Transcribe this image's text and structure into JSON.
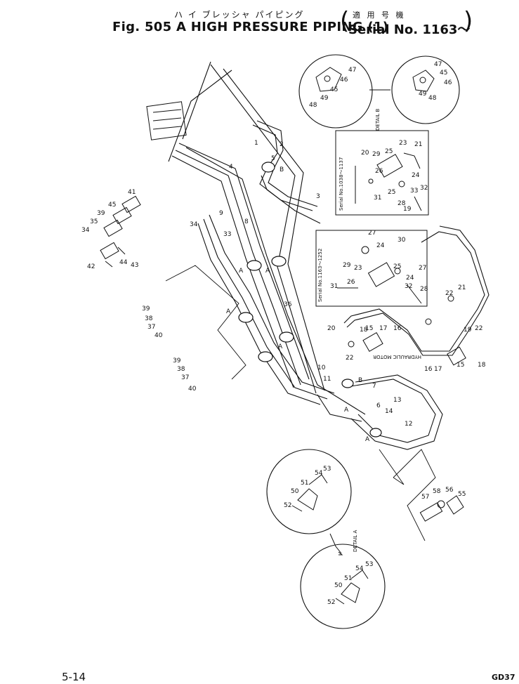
{
  "header": {
    "japanese_title": "ハ イ ブレッシャ パイピング",
    "title": "Fig. 505 A HIGH PRESSURE PIPING (1)",
    "serial_japanese": "適 用 号 機",
    "serial": "Serial No. 1163～"
  },
  "footer": {
    "page_number": "5-14",
    "model": "GD37"
  },
  "insets": {
    "serial_range_1": "Serial No.1038～1137",
    "serial_range_2": "Serial No.1163～1252",
    "detail_a": "DETAIL A",
    "detail_b": "DETAIL B",
    "hydraulic_motor": "HYDRAULIC MOTOR"
  },
  "callouts": {
    "detail_b_top_left": [
      "48",
      "49",
      "45",
      "46",
      "47"
    ],
    "detail_b_top_right": [
      "47",
      "45",
      "46",
      "48",
      "49"
    ],
    "main_upper": [
      "1",
      "2",
      "3",
      "4",
      "5",
      "B",
      "34",
      "33",
      "9",
      "8"
    ],
    "valve_group": [
      "34",
      "35",
      "39",
      "45",
      "41",
      "42",
      "44",
      "43"
    ],
    "left_group_1": [
      "39",
      "38",
      "37",
      "40"
    ],
    "left_group_2": [
      "39",
      "38",
      "37",
      "40"
    ],
    "section_markers": [
      "A",
      "A",
      "A",
      "A",
      "A",
      "A",
      "B"
    ],
    "main_lower": [
      "36",
      "10",
      "11",
      "13",
      "7",
      "14",
      "12",
      "6"
    ],
    "inset_1038": [
      "20",
      "29",
      "25",
      "23",
      "21",
      "26",
      "31",
      "28",
      "19",
      "24",
      "32",
      "33",
      "25"
    ],
    "inset_1163": [
      "27",
      "24",
      "30",
      "29",
      "23",
      "25",
      "26",
      "24",
      "31",
      "32",
      "28",
      "27"
    ],
    "right_loop": [
      "22",
      "21",
      "19",
      "22",
      "20",
      "18",
      "15",
      "17",
      "16",
      "22",
      "16",
      "17",
      "15",
      "18"
    ],
    "detail_a_upper": [
      "52",
      "50",
      "51",
      "54",
      "53"
    ],
    "detail_a_lower": [
      "52",
      "50",
      "51",
      "54",
      "53"
    ],
    "motor_group": [
      "57",
      "58",
      "56",
      "55"
    ]
  }
}
